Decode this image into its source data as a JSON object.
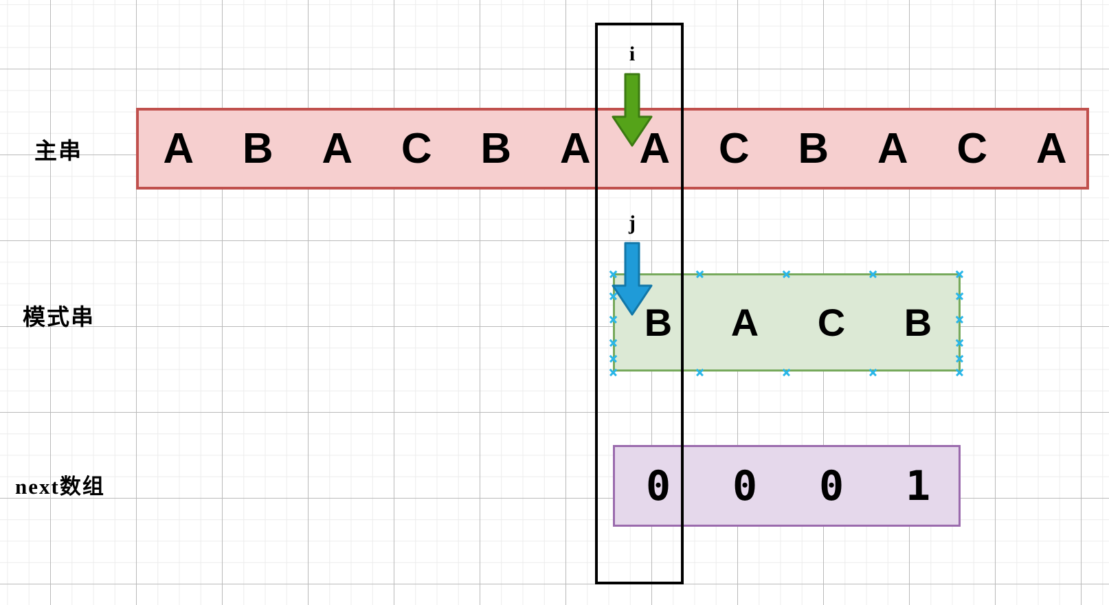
{
  "diagram": {
    "title_context": "KMP string matching illustration",
    "rows": [
      {
        "key": "main",
        "label": "主串",
        "cells": [
          "A",
          "B",
          "A",
          "C",
          "B",
          "A",
          "A",
          "C",
          "B",
          "A",
          "C",
          "A"
        ],
        "fill": "#f6cfcf",
        "stroke": "#c0504d"
      },
      {
        "key": "pattern",
        "label": "模式串",
        "cells": [
          "B",
          "A",
          "C",
          "B"
        ],
        "fill": "#dce9d5",
        "stroke": "#76a95b",
        "selected": true,
        "handle_color": "#29b6e8"
      },
      {
        "key": "next",
        "label": "next数组",
        "cells": [
          "0",
          "0",
          "0",
          "1"
        ],
        "fill": "#e5d8eb",
        "stroke": "#9a6aad"
      }
    ],
    "pointers": [
      {
        "key": "i",
        "label": "i",
        "color": "#55a319",
        "target_row": "main"
      },
      {
        "key": "j",
        "label": "j",
        "color": "#1f9bd8",
        "target_row": "pattern"
      }
    ],
    "highlight_column": {
      "name": "comparison-column",
      "stroke": "#000000"
    }
  }
}
